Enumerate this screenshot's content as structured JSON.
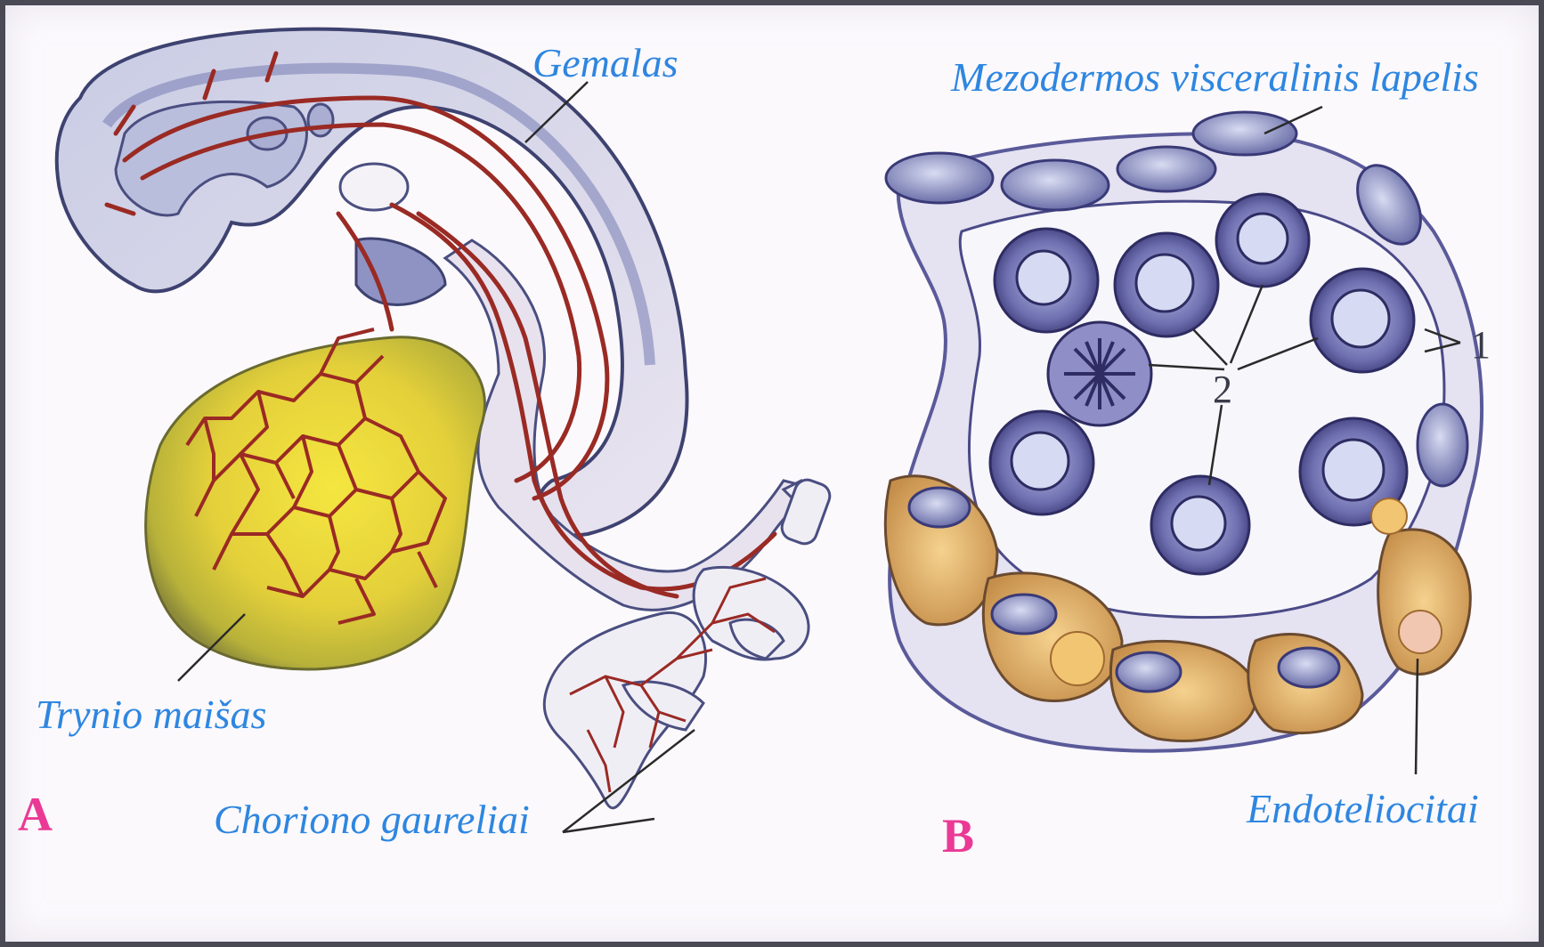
{
  "panel_a": {
    "letter": "A",
    "labels": {
      "gemalas": "Gemalas",
      "trynio_maisas": "Trynio maišas",
      "choriono_gaureliai": "Choriono gaureliai"
    }
  },
  "panel_b": {
    "letter": "B",
    "labels": {
      "mezodermos": "Mezodermos visceralinis lapelis",
      "endoteliocitai": "Endoteliocitai",
      "num_1": "1",
      "num_2": "2"
    }
  },
  "colors": {
    "label_blue": "#2e86e0",
    "panel_letter_pink": "#ea3a95",
    "vessel_red": "#9a2a24",
    "yolk_yellow": "#e6d43a",
    "cell_purple": "#5a5a9a"
  }
}
